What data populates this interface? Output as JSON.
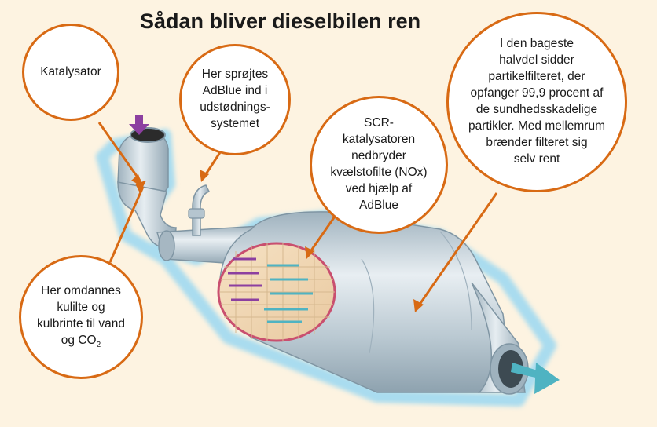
{
  "title": "Sådan bliver dieselbilen ren",
  "callouts": {
    "katalysator": "Katalysator",
    "adblue": "Her sprøjtes\nAdBlue ind i\nudstødnings-\nsystemet",
    "scr": "SCR-\nkatalysatoren\nnedbryder\nkvælstofilte (NOx)\nved hjælp af\nAdBlue",
    "partikel": "I den bageste\nhalvdel sidder\npartikelfilteret, der\nopfanger 99,9 procent af\nde sundhedsskadelige\npartikler. Med mellemrum\nbrænder filteret sig\nselv rent",
    "omdannes_main": "Her omdannes\nkulilte og\nkulbrinte til vand\nog CO",
    "omdannes_sub": "2"
  },
  "colors": {
    "background": "#fdf3e1",
    "callout_border": "#d86a14",
    "glow": "#a9dcef",
    "metal": "#c2d1da",
    "flow_in": "#8c3fa0",
    "flow_out": "#4fb3c2"
  }
}
